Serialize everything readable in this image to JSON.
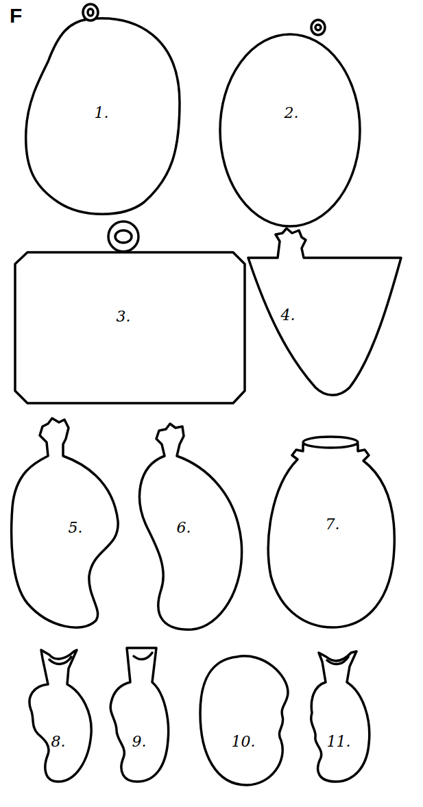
{
  "diagram": {
    "nodes": [
      {
        "text": [
          "1."
        ]
      },
      {
        "text": [
          "2."
        ]
      },
      {
        "text": [
          "3."
        ]
      },
      {
        "text": [
          "4."
        ]
      },
      {
        "text": [
          "5."
        ]
      },
      {
        "text": [
          "6."
        ]
      },
      {
        "text": [
          "7."
        ]
      },
      {
        "text": [
          "8."
        ]
      },
      {
        "text": [
          "9."
        ]
      },
      {
        "text": [
          "10."
        ]
      },
      {
        "text": [
          "11."
        ]
      }
    ],
    "labels": [
      "F"
    ]
  }
}
